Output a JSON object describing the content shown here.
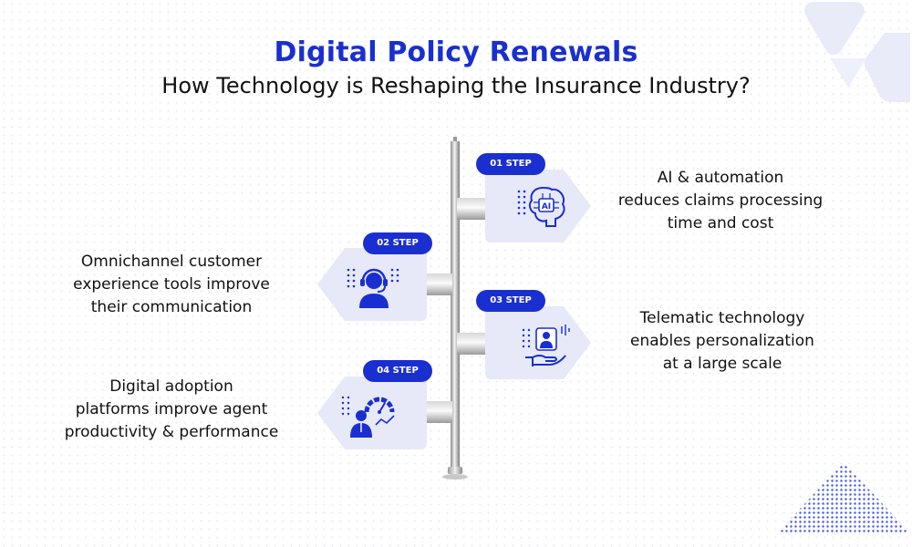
{
  "header": {
    "title": "Digital Policy Renewals",
    "subtitle": "How Technology is Reshaping the Insurance Industry?"
  },
  "colors": {
    "accent": "#1a2fd0",
    "card": "#e7e9f8",
    "text": "#111111"
  },
  "steps": [
    {
      "badge": "01 STEP",
      "icon": "ai-brain-icon",
      "line1": "AI & automation",
      "line2": "reduces claims processing",
      "line3": "time and cost"
    },
    {
      "badge": "02 STEP",
      "icon": "headset-agent-icon",
      "line1": "Omnichannel customer",
      "line2": "experience tools improve",
      "line3": "their communication"
    },
    {
      "badge": "03 STEP",
      "icon": "hand-person-icon",
      "line1": "Telematic technology",
      "line2": "enables personalization",
      "line3": "at a large scale"
    },
    {
      "badge": "04 STEP",
      "icon": "performance-gauge-icon",
      "line1": "Digital adoption",
      "line2": "platforms improve agent",
      "line3": "productivity & performance"
    }
  ]
}
